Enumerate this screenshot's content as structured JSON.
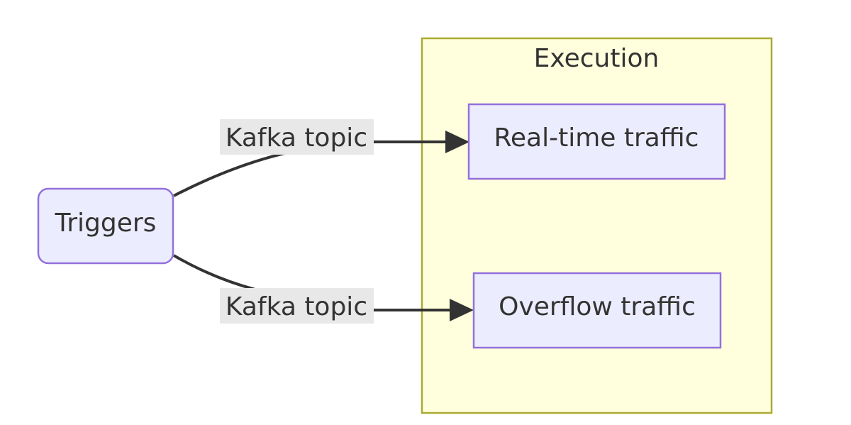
{
  "diagram": {
    "cluster": {
      "title": "Execution"
    },
    "nodes": {
      "triggers": "Triggers",
      "realtime": "Real-time traffic",
      "overflow": "Overflow traffic"
    },
    "edges": [
      {
        "from": "Triggers",
        "to": "Real-time traffic",
        "label": "Kafka topic"
      },
      {
        "from": "Triggers",
        "to": "Overflow traffic",
        "label": "Kafka topic"
      }
    ]
  },
  "colors": {
    "node_fill": "#ececff",
    "node_stroke": "#9370db",
    "cluster_fill": "#ffffde",
    "cluster_stroke": "#aaaa33",
    "edge": "#333333",
    "edge_label_bg": "#e8e8e8"
  }
}
